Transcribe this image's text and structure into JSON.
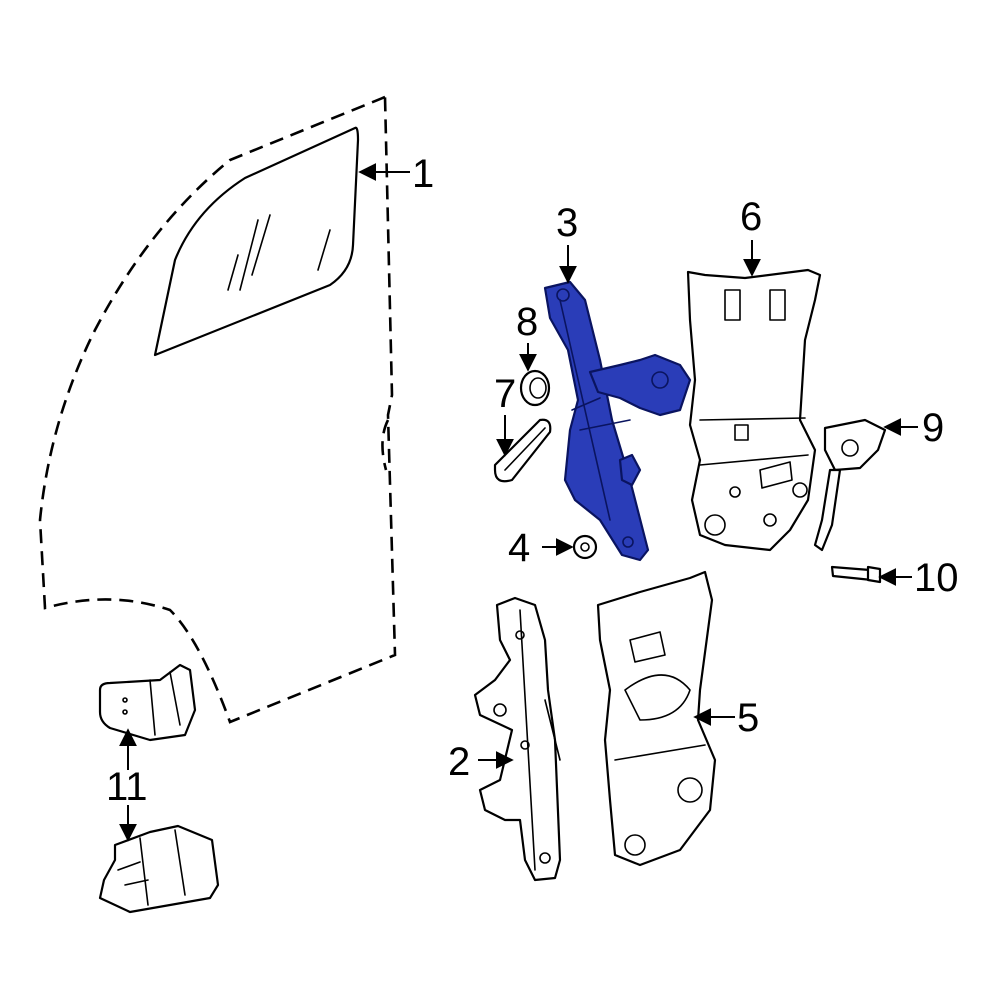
{
  "colors": {
    "highlight": "#2a3db8",
    "outline": "#000000",
    "background": "#ffffff"
  },
  "callouts": {
    "c1": "1",
    "c2": "2",
    "c3": "3",
    "c4": "4",
    "c5": "5",
    "c6": "6",
    "c7": "7",
    "c8": "8",
    "c9": "9",
    "c10": "10",
    "c11": "11"
  }
}
